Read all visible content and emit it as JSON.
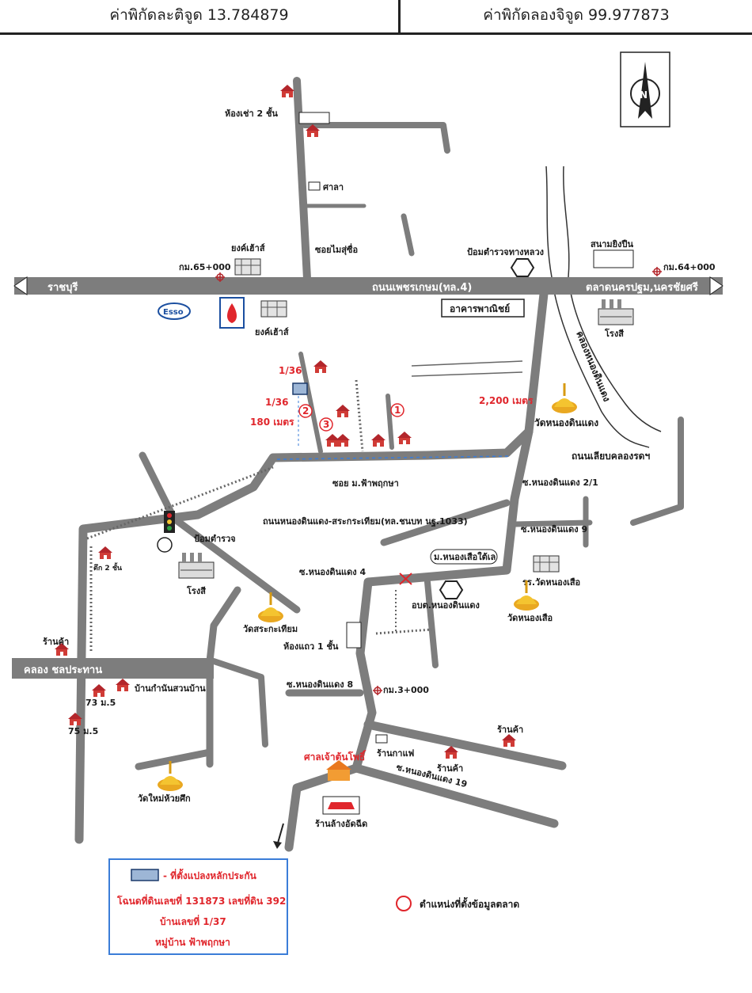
{
  "header": {
    "latitude": "ค่าพิกัดละติจูด 13.784879",
    "longitude": "ค่าพิกัดลองจิจูด 99.977873"
  },
  "map": {
    "highway": {
      "name": "ถนนเพชรเกษม(ทล.4)",
      "west_dir": "ราชบุรี",
      "east_dir": "ตลาดนครปฐม,นครชัยศรี"
    },
    "km_markers": {
      "km65": "กม.65+000",
      "km64": "กม.64+000",
      "km3": "กม.3+000"
    },
    "labels": {
      "rental_room_2f": "ห้องเช่า 2 ชั้น",
      "sala": "ศาลา",
      "soi_maisue": "ซอยไมสุ่ซื่อ",
      "yongfao_1": "ยงค์เฮ้าส์",
      "yongfao_2": "ยงค์เฮ้าส์",
      "highway_police": "ป้อมตำรวจทางหลวง",
      "shooting_range": "สนามยิงปืน",
      "commercial_bldg": "อาคารพาณิชย์",
      "paint_factory_1": "โรงสี",
      "canal_nongdindaeng": "คลองหนองดินแดง",
      "wat_nongdindaeng": "วัดหนองดินแดง",
      "canal_road": "ถนนเลียบคลองรดฯ",
      "soi_faphrueksa": "ซอย ม.ฟ้าพฤกษา",
      "soi_nongdindaeng_2_1": "ซ.หนองดินแดง 2/1",
      "main_road": "ถนนหนองดินแดง-สระกระเทียม(ทล.ชนบท นฐ.1033)",
      "soi_nongdindaeng_9": "ซ.หนองดินแดง 9",
      "police_box": "ป้อมตำรวจ",
      "building_2f": "ตึก 2 ชั้น",
      "rice_mill": "โรงสี",
      "moo_nongsua": "ม.หนองเสือใต้เล",
      "school_wat_nongsua": "รร.วัดหนองเสือ",
      "soi_nongdindaeng_4": "ซ.หนองดินแดง 4",
      "sao_nongdindaeng": "อบต.หนองดินแดง",
      "wat_nongsua": "วัดหนองเสือ",
      "wat_srakathiam": "วัดสระกะเทียม",
      "row_house_1f": "ห้องแถว 1 ชั้น",
      "shop_left": "ร้านค้า",
      "canal_chonprathan": "คลอง ชลประทาน",
      "village_head_house": "บ้านกำนันสวนบ้าน",
      "moo5_73": "73 ม.5",
      "moo5_75": "75 ม.5",
      "soi_nongdindaeng_8": "ซ.หนองดินแดง 8",
      "shop_right": "ร้านค้า",
      "coffee_shop": "ร้านกาแฟ",
      "shop_center": "ร้านค้า",
      "shrine": "ศาลเจ้าต้นโพธิ์",
      "soi_nongdindaeng_19": "ซ.หนองดินแดง 19",
      "wat_mai_huaysuek": "วัดใหม่ห้วยศึก",
      "car_wash": "ร้านล้างอัดฉีด",
      "esso": "Esso"
    },
    "distances": {
      "d_2200": "2,200 เมตร",
      "d_180": "180 เมตร"
    },
    "plot_labels": {
      "p1_36_top": "1/36",
      "p1_36_left": "1/36"
    },
    "comparable_markers": [
      "1",
      "2",
      "3"
    ],
    "compass_letter": "N"
  },
  "legend": {
    "subject_line": "- ที่ตั้งแปลงหลักประกัน",
    "deed_line": "โฉนดที่ดินเลขที่ 131873 เลขที่ดิน 392",
    "house_line": "บ้านเลขที่   1/37",
    "village_line": "หมู่บ้าน ฟ้าพฤกษา",
    "market_data_label": "ตำแหน่งที่ตั้งข้อมูลตลาด"
  },
  "colors": {
    "road": "#7d7d7d",
    "accent_red": "#e0262c",
    "legend_border": "#3b7dd8",
    "ink": "#1a1a1a"
  }
}
